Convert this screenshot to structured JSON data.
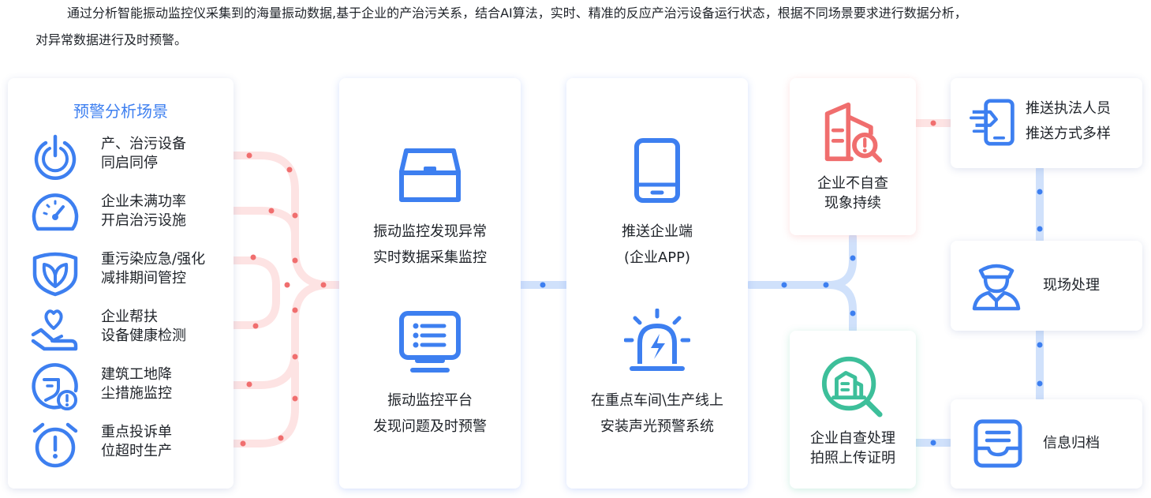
{
  "intro": {
    "line1": "通过分析智能振动监控仪采集到的海量振动数据,基于企业的产治污关系，结合AI算法，实时、精准的反应产治污设备运行状态，根据不同场景要求进行数据分析，",
    "line2": "对异常数据进行及时预警。"
  },
  "scenes": {
    "title": "预警分析场景",
    "items": [
      {
        "line1": "产、治污设备",
        "line2": "同启同停",
        "icon": "power-icon"
      },
      {
        "line1": "企业未满功率",
        "line2": "开启治污设施",
        "icon": "gauge-icon"
      },
      {
        "line1": "重污染应急/强化",
        "line2": "减排期间管控",
        "icon": "leaf-shield-icon"
      },
      {
        "line1": "企业帮扶",
        "line2": "设备健康检测",
        "icon": "hand-heart-icon"
      },
      {
        "line1": "建筑工地降",
        "line2": "尘措施监控",
        "icon": "construction-dust-icon"
      },
      {
        "line1": "重点投诉单",
        "line2": "位超时生产",
        "icon": "alarm-clock-icon"
      }
    ]
  },
  "monitor": {
    "top_line1": "振动监控发现异常",
    "top_line2": "实时数据采集监控",
    "bottom_line1": "振动监控平台",
    "bottom_line2": "发现问题及时预警"
  },
  "push": {
    "top_line1": "推送企业端",
    "top_line2": "(企业APP)",
    "bottom_line1": "在重点车间\\生产线上",
    "bottom_line2": "安装声光预警系统"
  },
  "enterprise": {
    "persist_line1": "企业不自查",
    "persist_line2": "现象持续",
    "self_line1": "企业自查处理",
    "self_line2": "拍照上传证明"
  },
  "actions": {
    "push_line1": "推送执法人员",
    "push_line2": "推送方式多样",
    "onsite": "现场处理",
    "archive": "信息归档"
  },
  "colors": {
    "blue": "#3d7ff0",
    "red": "#f06e6e",
    "green": "#3dbf9a",
    "pink_line": "#fde2e2",
    "blue_line": "#cfe0fb"
  }
}
